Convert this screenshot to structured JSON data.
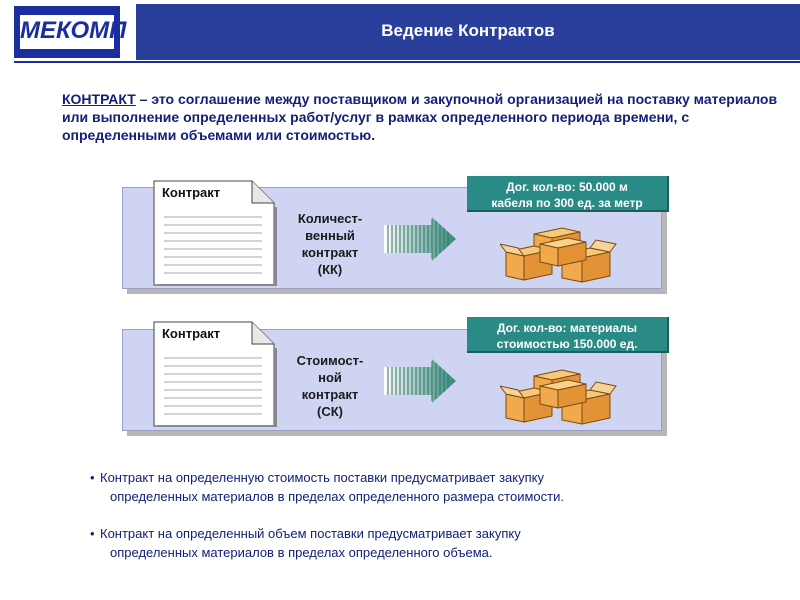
{
  "header": {
    "logo_text": "МЕКОМП",
    "title": "Ведение Контрактов"
  },
  "definition": {
    "term": "КОНТРАКТ",
    "text": " – это соглашение между поставщиком и закупочной организацией на поставку материалов или выполнение определенных работ/услуг в рамках определенного периода времени, с определенными объемами или стоимостью."
  },
  "panels": [
    {
      "doc_label": "Контракт",
      "type_lines": [
        "Количест-",
        "венный",
        "контракт",
        "(КК)"
      ],
      "info_lines": [
        "Дог. кол-во: 50.000 м",
        "кабеля по 300 ед. за метр"
      ]
    },
    {
      "doc_label": "Контракт",
      "type_lines": [
        "Стоимост-",
        "ной",
        "контракт",
        "(СК)"
      ],
      "info_lines": [
        "Дог. кол-во: материалы",
        "стоимостью 150.000 ед."
      ]
    }
  ],
  "bullets": [
    {
      "line1": "Контракт на определенную стоимость поставки предусматривает закупку",
      "line2": "определенных материалов в пределах определенного размера стоимости."
    },
    {
      "line1": "Контракт на определенный объем поставки предусматривает закупку",
      "line2": "определенных материалов в пределах определенного объема."
    }
  ],
  "colors": {
    "brand_blue": "#1a2ea0",
    "header_blue": "#2a3e9c",
    "panel_fill": "#cfd4f2",
    "info_teal": "#2a8a86",
    "box_orange": "#f3b45f"
  },
  "icons": [
    "document-icon",
    "striped-arrow-icon",
    "boxes-icon"
  ]
}
